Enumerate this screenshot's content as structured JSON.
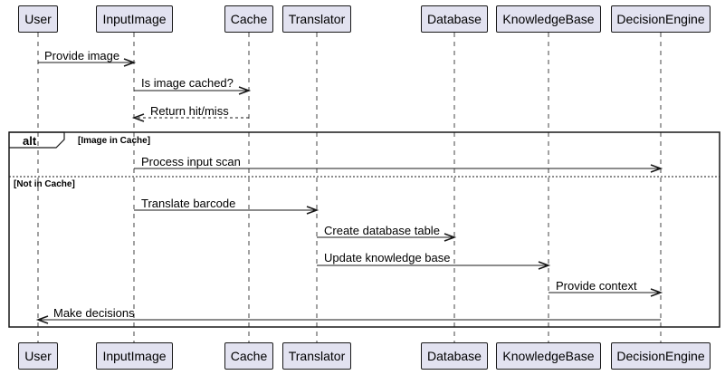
{
  "participants": [
    {
      "id": "user",
      "label": "User"
    },
    {
      "id": "inputimage",
      "label": "InputImage"
    },
    {
      "id": "cache",
      "label": "Cache"
    },
    {
      "id": "translator",
      "label": "Translator"
    },
    {
      "id": "database",
      "label": "Database"
    },
    {
      "id": "knowledgebase",
      "label": "KnowledgeBase"
    },
    {
      "id": "decisionengine",
      "label": "DecisionEngine"
    }
  ],
  "messages": [
    {
      "from": "user",
      "to": "inputimage",
      "text": "Provide image",
      "style": "solid"
    },
    {
      "from": "inputimage",
      "to": "cache",
      "text": "Is image cached?",
      "style": "solid"
    },
    {
      "from": "cache",
      "to": "inputimage",
      "text": "Return hit/miss",
      "style": "dashed"
    },
    {
      "from": "inputimage",
      "to": "decisionengine",
      "text": "Process input scan",
      "style": "solid"
    },
    {
      "from": "inputimage",
      "to": "translator",
      "text": "Translate barcode",
      "style": "solid"
    },
    {
      "from": "translator",
      "to": "database",
      "text": "Create database table",
      "style": "solid"
    },
    {
      "from": "translator",
      "to": "knowledgebase",
      "text": "Update knowledge base",
      "style": "solid"
    },
    {
      "from": "knowledgebase",
      "to": "decisionengine",
      "text": "Provide context",
      "style": "solid"
    },
    {
      "from": "decisionengine",
      "to": "user",
      "text": "Make decisions",
      "style": "solid"
    }
  ],
  "fragment": {
    "keyword": "alt",
    "guard": "[Image in Cache]",
    "else_guard": "[Not in Cache]"
  },
  "colors": {
    "participant_fill": "#e2e2f0",
    "border": "#181818",
    "lifeline": "#181818",
    "text": "#000000"
  }
}
